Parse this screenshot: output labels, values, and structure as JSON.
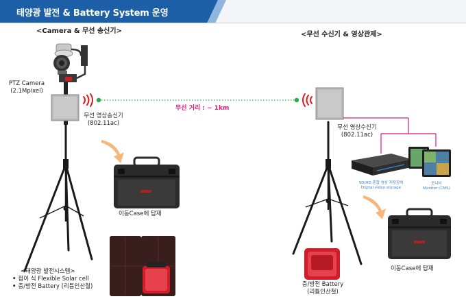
{
  "header": {
    "title": "태양광 발전 & Battery System 운영"
  },
  "left": {
    "section_title": "<Camera & 무선 송신기>",
    "camera_label_1": "PTZ Camera",
    "camera_label_2": "(2.1Mpixel)",
    "transmitter_label_1": "무선 영상송신기",
    "transmitter_label_2": "(802.11ac)",
    "case_label": "이동Case에 탑재",
    "solar_title": "<태양광 발전시스템>",
    "solar_items": [
      "접이 식 Flexible Solar cell",
      "충/방전 Battery (리튬인산철)"
    ]
  },
  "link": {
    "distance": "무선 거리 : ~ 1km"
  },
  "right": {
    "section_title": "<무선 수신기 & 영상관제>",
    "receiver_label_1": "무선 영상수신기",
    "receiver_label_2": "(802.11ac)",
    "dvr_label_1": "SD/HD 혼합 영상 저장장치",
    "dvr_label_2": "Digital video storage",
    "monitor_label_1": "모니터",
    "monitor_label_2": "Monitor (CMS)",
    "case_label": "이동Case에 탑재",
    "battery_label_1": "충/방전 Battery",
    "battery_label_2": "(리튬인산철)"
  },
  "colors": {
    "header": "#1d5fa6",
    "link_line": "#2ea84a",
    "signal": "#e0191e",
    "magenta": "#e0197d",
    "case": "#2b2b2b"
  }
}
